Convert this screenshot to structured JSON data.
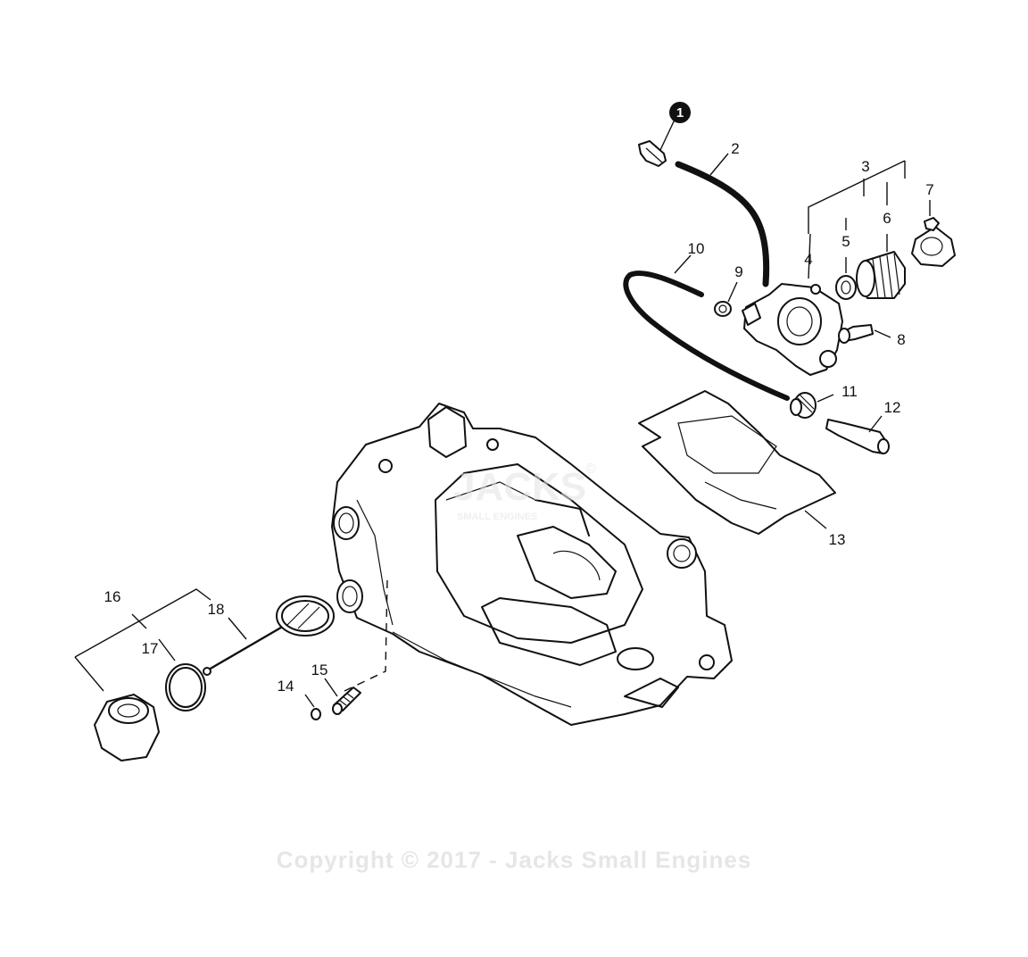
{
  "callouts": {
    "c1": "1",
    "c2": "2",
    "c3": "3",
    "c4": "4",
    "c5": "5",
    "c6": "6",
    "c7": "7",
    "c8": "8",
    "c9": "9",
    "c10": "10",
    "c11": "11",
    "c12": "12",
    "c13": "13",
    "c14": "14",
    "c15": "15",
    "c16": "16",
    "c17": "17",
    "c18": "18"
  },
  "watermark": {
    "logo_text": "JACKS",
    "logo_sub": "SMALL ENGINES",
    "logo_mark": "©"
  },
  "footer": {
    "copyright": "Copyright © 2017 - Jacks Small Engines"
  }
}
